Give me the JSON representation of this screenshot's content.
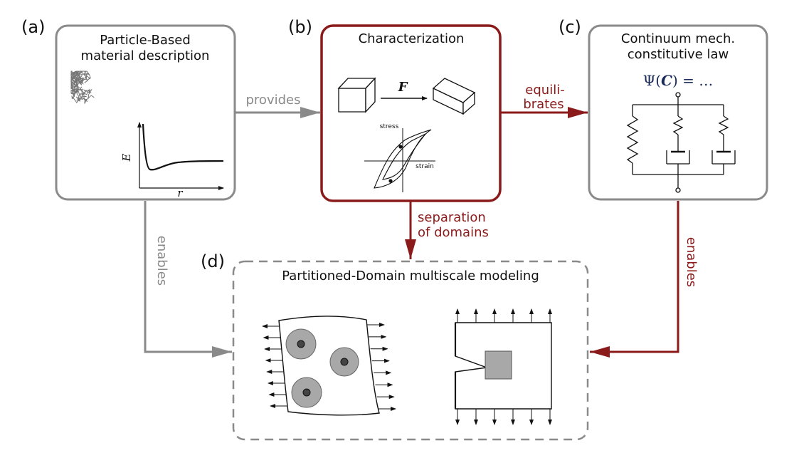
{
  "colors": {
    "gray_box": "#8a8a8a",
    "dark_red": "#8b1a1a",
    "black": "#111111",
    "particle_fill": "#a8a8a8"
  },
  "panels": {
    "a": {
      "tag": "(a)",
      "title_line1": "Particle-Based",
      "title_line2": "material description",
      "plot_ylabel": "E",
      "plot_xlabel": "r"
    },
    "b": {
      "tag": "(b)",
      "title": "Characterization",
      "deformation_label": "F",
      "hysteresis_ylabel": "stress",
      "hysteresis_xlabel": "strain"
    },
    "c": {
      "tag": "(c)",
      "title_line1": "Continuum mech.",
      "title_line2": "constitutive law",
      "equation_psi": "Ψ(",
      "equation_c": "C",
      "equation_rest": ") = …"
    },
    "d": {
      "tag": "(d)",
      "title": "Partitioned-Domain multiscale modeling"
    }
  },
  "arrows": {
    "provides": "provides",
    "equilibrates_line1": "equili-",
    "equilibrates_line2": "brates",
    "separation_line1": "separation",
    "separation_line2": "of domains",
    "enables_left": "enables",
    "enables_right": "enables"
  }
}
